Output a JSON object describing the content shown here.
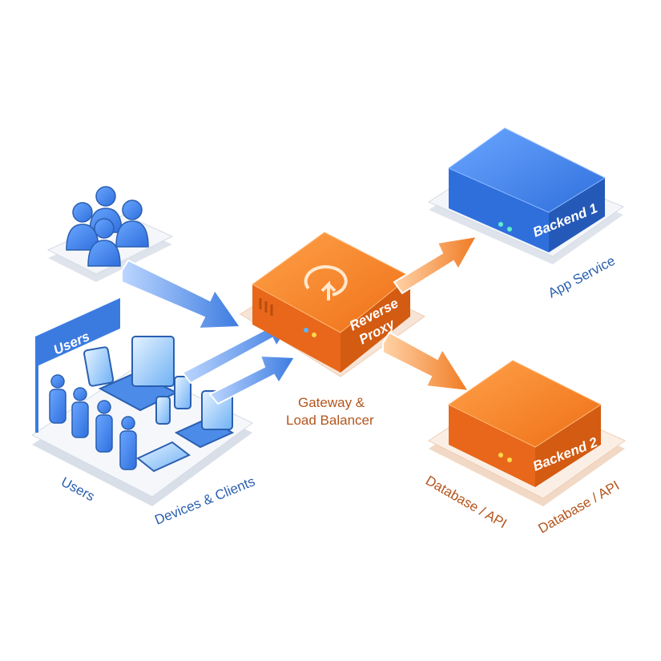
{
  "title": "Reverse Proxy Architecture",
  "colors": {
    "blue": "#3b7be0",
    "blue_dark": "#2a5fb0",
    "orange": "#f07a22",
    "orange_dark": "#c95a12",
    "platform": "#eef1f6"
  },
  "users_group": {
    "banner": "Users",
    "label": "Users"
  },
  "devices": {
    "label": "Devices & Clients"
  },
  "proxy": {
    "line1": "Reverse",
    "line2": "Proxy",
    "caption_line1": "Gateway &",
    "caption_line2": "Load Balancer",
    "icon": "reverse-arrow-icon"
  },
  "backend1": {
    "label": "Backend 1",
    "caption": "App Service"
  },
  "backend2": {
    "label": "Backend 2",
    "caption_left": "Database / API",
    "caption_right": "Database / API"
  }
}
